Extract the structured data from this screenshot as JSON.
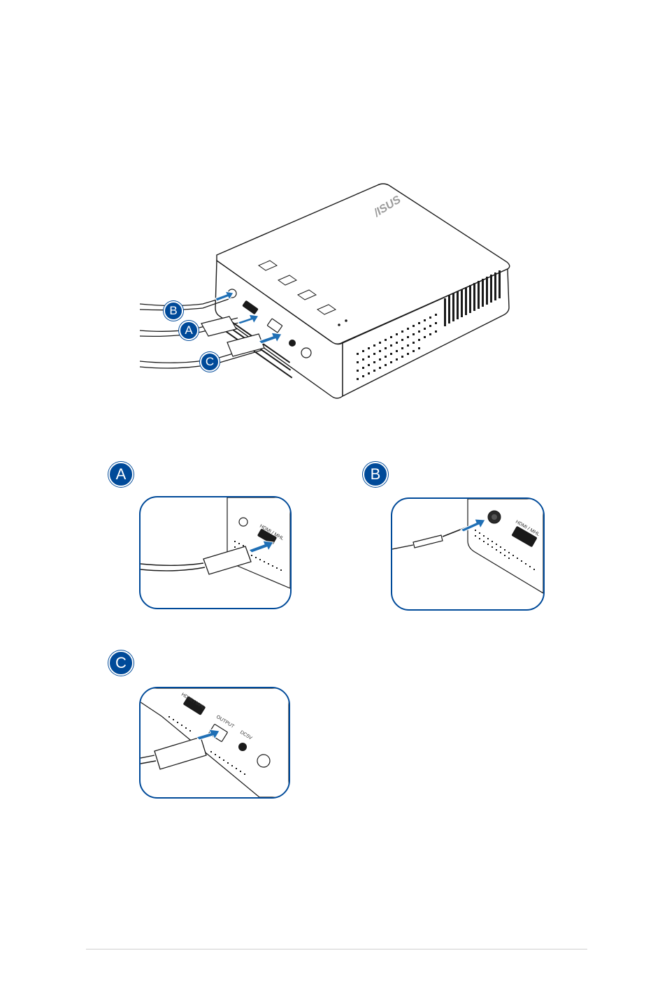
{
  "main_figure": {
    "brand_logo": "/ISUS",
    "callouts": [
      {
        "id": "B",
        "label": "B"
      },
      {
        "id": "A",
        "label": "A"
      },
      {
        "id": "C",
        "label": "C"
      }
    ]
  },
  "insets": [
    {
      "id": "A",
      "label": "A",
      "port_label": "HDMI / MHL"
    },
    {
      "id": "B",
      "label": "B",
      "port_label": "HDMI / MHL"
    },
    {
      "id": "C",
      "label": "C",
      "port_label_1": "HDMI / MHL",
      "port_label_2": "OUTPUT",
      "port_label_3": "DC5V"
    }
  ],
  "colors": {
    "accent": "#004a99",
    "arrow": "#1f6fb5",
    "outline": "#1a1a1a"
  }
}
